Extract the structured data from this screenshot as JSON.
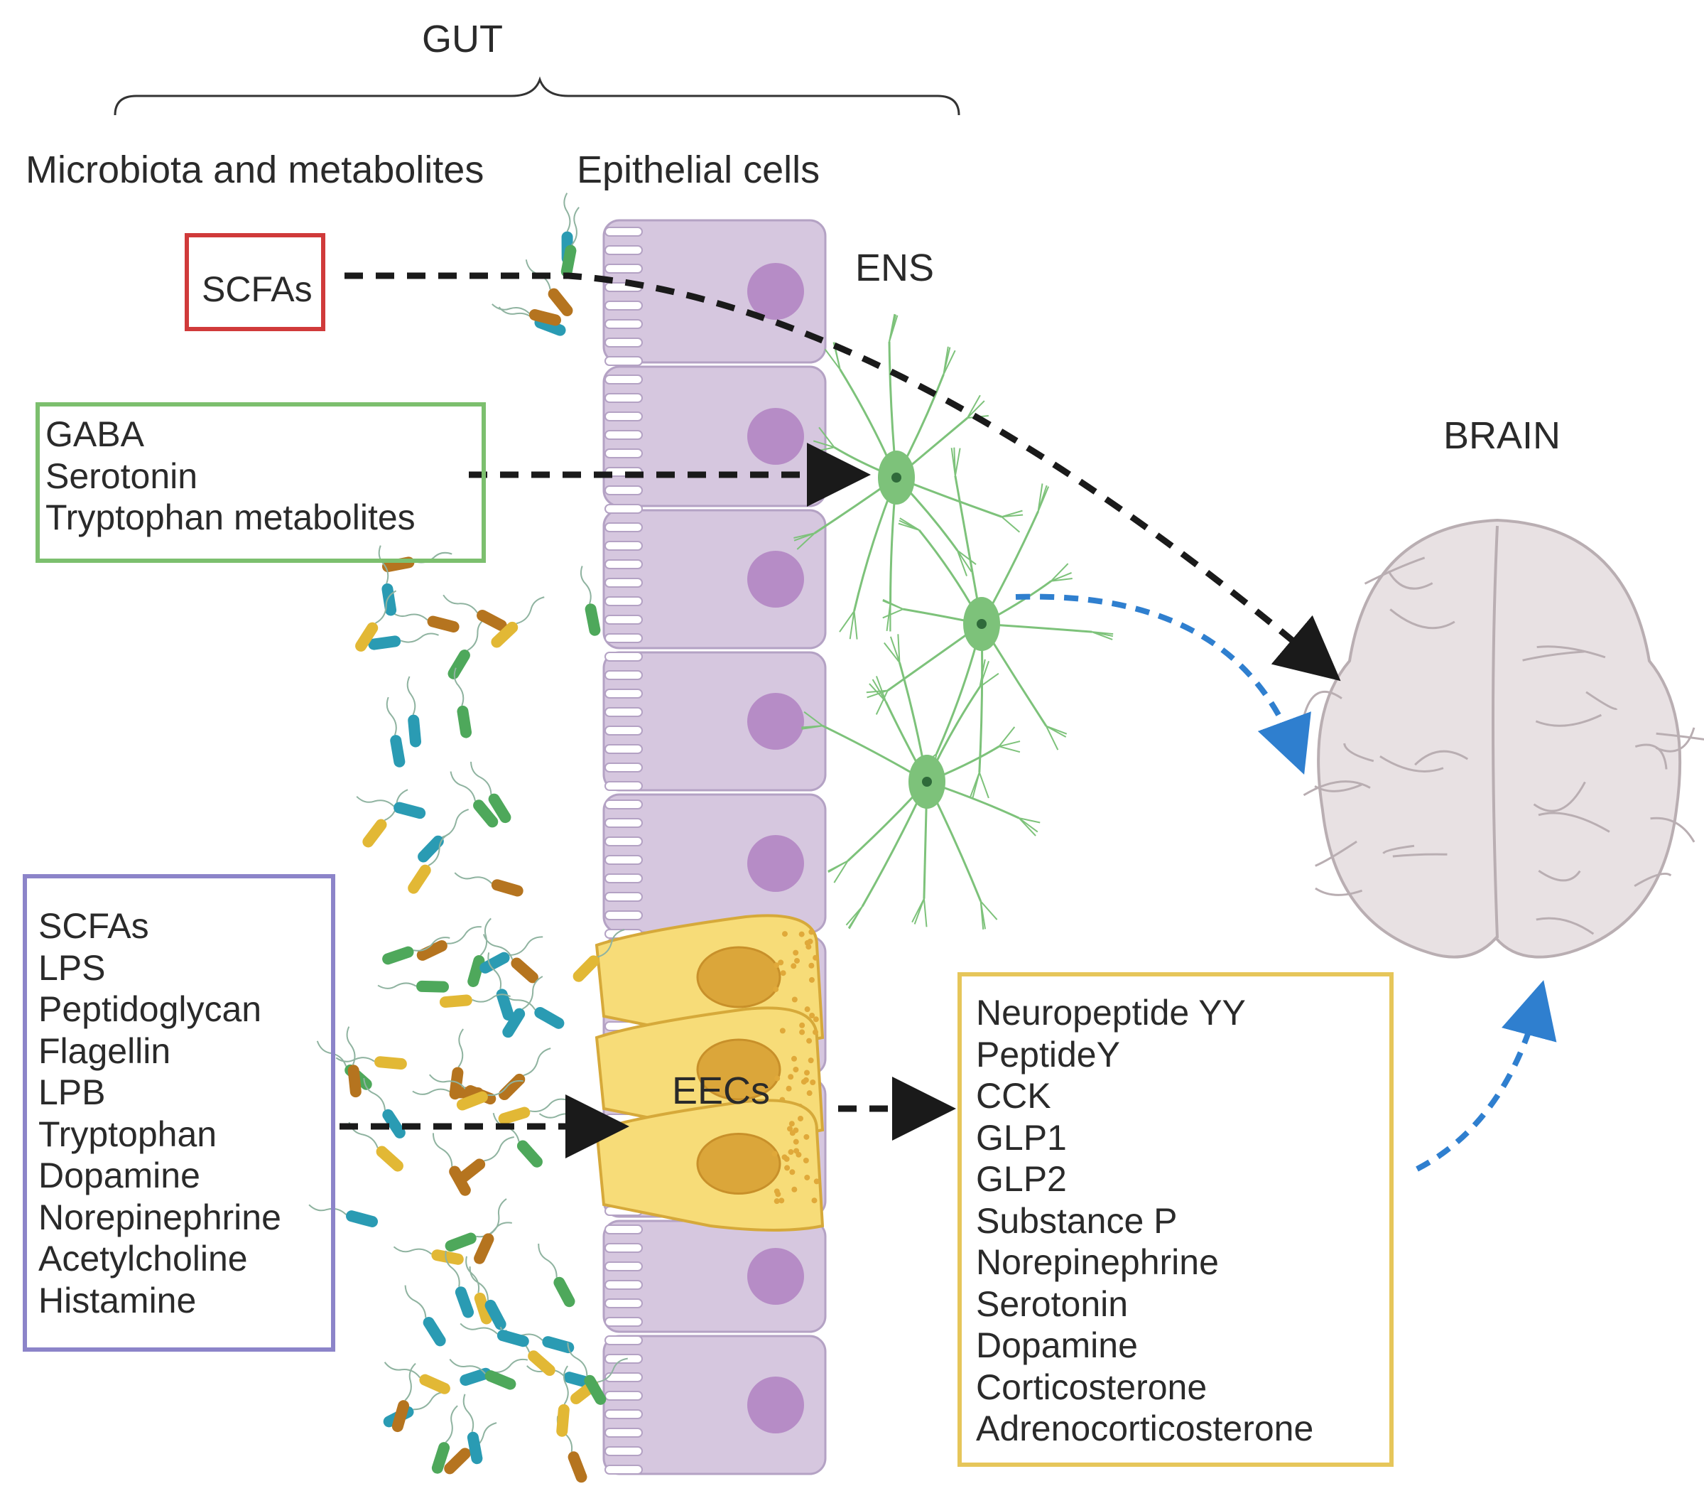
{
  "header": {
    "gut": "GUT",
    "microbiota": "Microbiota and metabolites",
    "epithelial": "Epithelial cells",
    "ens": "ENS",
    "brain": "BRAIN",
    "eecs": "EECs"
  },
  "boxes": {
    "scfas": {
      "label": "SCFAs",
      "color": "#d03a3a"
    },
    "green": {
      "color": "#7cbf6e",
      "items": [
        "GABA",
        "Serotonin",
        "Tryptophan metabolites"
      ]
    },
    "purple": {
      "color": "#8c84c9",
      "items": [
        "SCFAs",
        "LPS",
        "Peptidoglycan",
        "Flagellin",
        "LPB",
        "Tryptophan",
        "Dopamine",
        "Norepinephrine",
        "Acetylcholine",
        "Histamine"
      ]
    },
    "yellow": {
      "color": "#e6c65a",
      "items": [
        "Neuropeptide YY",
        "PeptideY",
        "CCK",
        "GLP1",
        "GLP2",
        "Substance P",
        "Norepinephrine",
        "Serotonin",
        "Dopamine",
        "Corticosterone",
        "Adrenocorticosterone"
      ]
    }
  },
  "colors": {
    "epithelium": "#d6c7df",
    "epithelium_border": "#b4a2c4",
    "nucleus": "#b68cc6",
    "eec_fill": "#f7dc78",
    "eec_border": "#d6a93a",
    "eec_nucleus": "#dba63a",
    "neuron": "#7dc27a",
    "brain": "#e8e1e3",
    "brain_line": "#b9aeb2",
    "black_arrow": "#1a1a1a",
    "blue_arrow": "#2f7fcf",
    "bacteria_teal": "#2a9bb3",
    "bacteria_green": "#4ea85b",
    "bacteria_yellow": "#e2b835",
    "bacteria_brown": "#b5741f"
  }
}
